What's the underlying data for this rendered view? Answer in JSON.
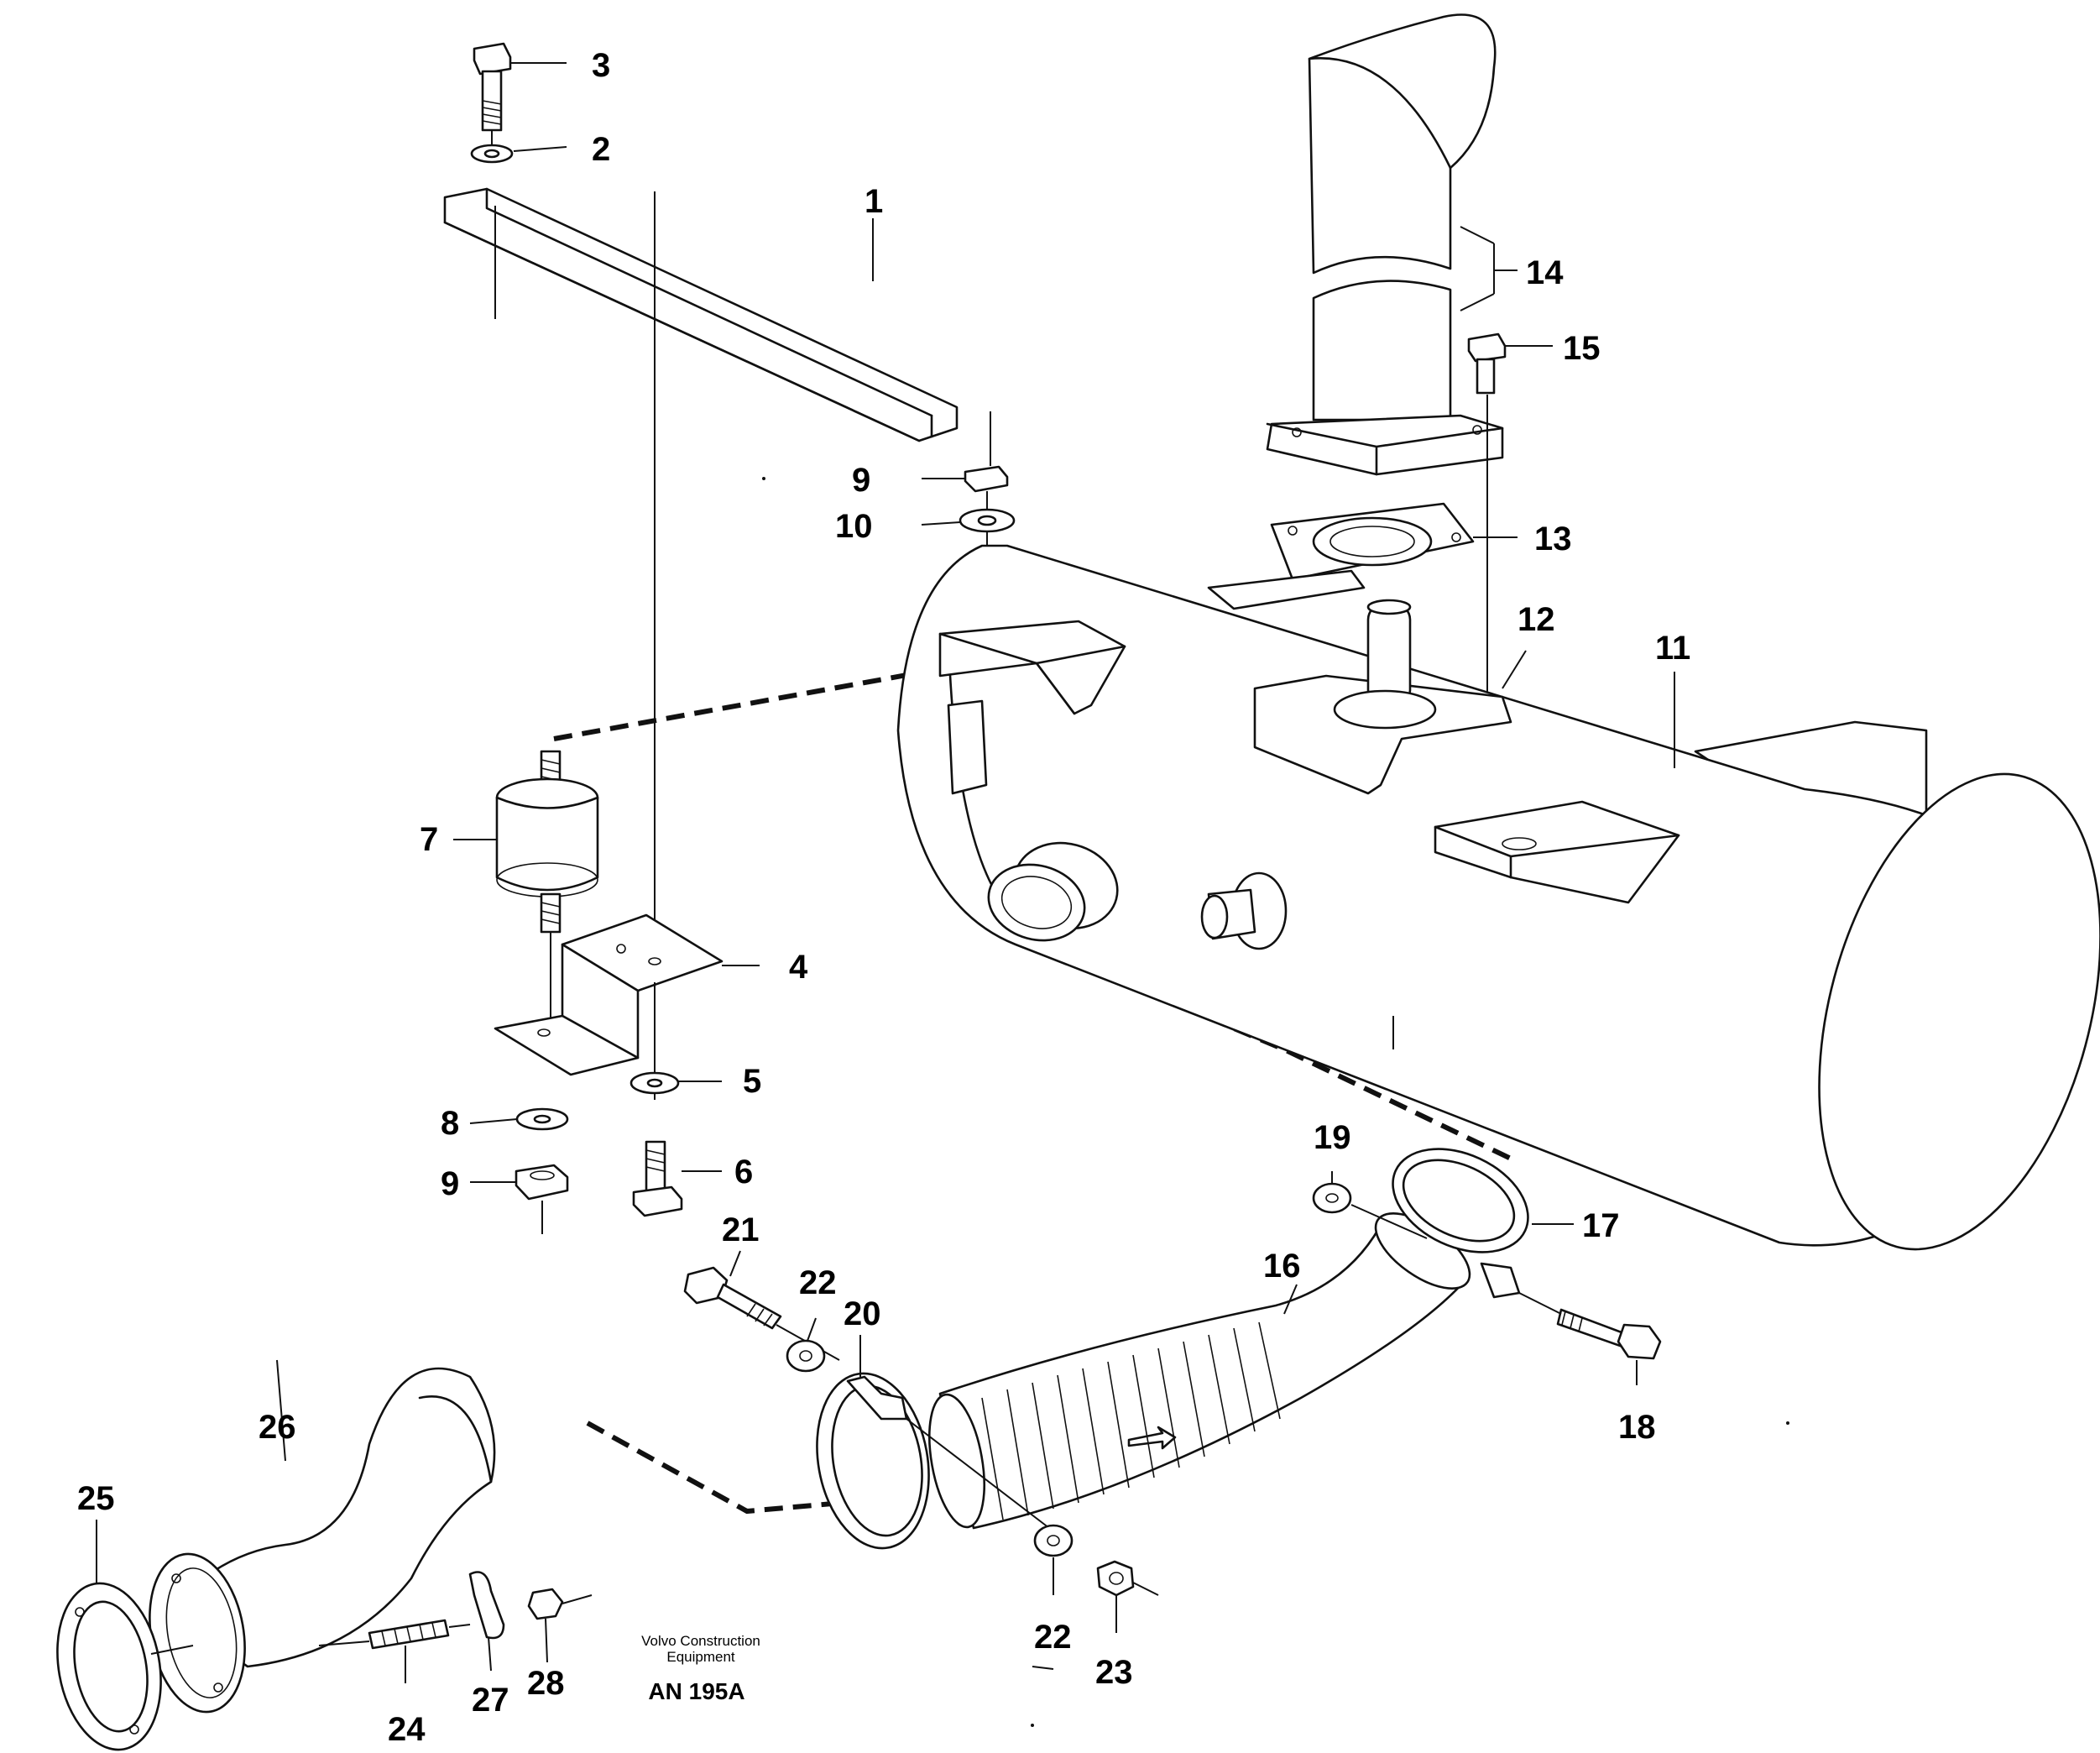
{
  "callouts": {
    "c1": "1",
    "c2": "2",
    "c3": "3",
    "c4": "4",
    "c5": "5",
    "c6": "6",
    "c7": "7",
    "c8": "8",
    "c9a": "9",
    "c9b": "9",
    "c10": "10",
    "c11": "11",
    "c12": "12",
    "c13": "13",
    "c14": "14",
    "c15": "15",
    "c16": "16",
    "c17": "17",
    "c18": "18",
    "c19": "19",
    "c20": "20",
    "c21": "21",
    "c22a": "22",
    "c22b": "22",
    "c23": "23",
    "c24": "24",
    "c25": "25",
    "c26": "26",
    "c27": "27",
    "c28": "28"
  },
  "caption": {
    "brand_line1": "Volvo Construction",
    "brand_line2": "Equipment",
    "code": "AN 195A"
  }
}
